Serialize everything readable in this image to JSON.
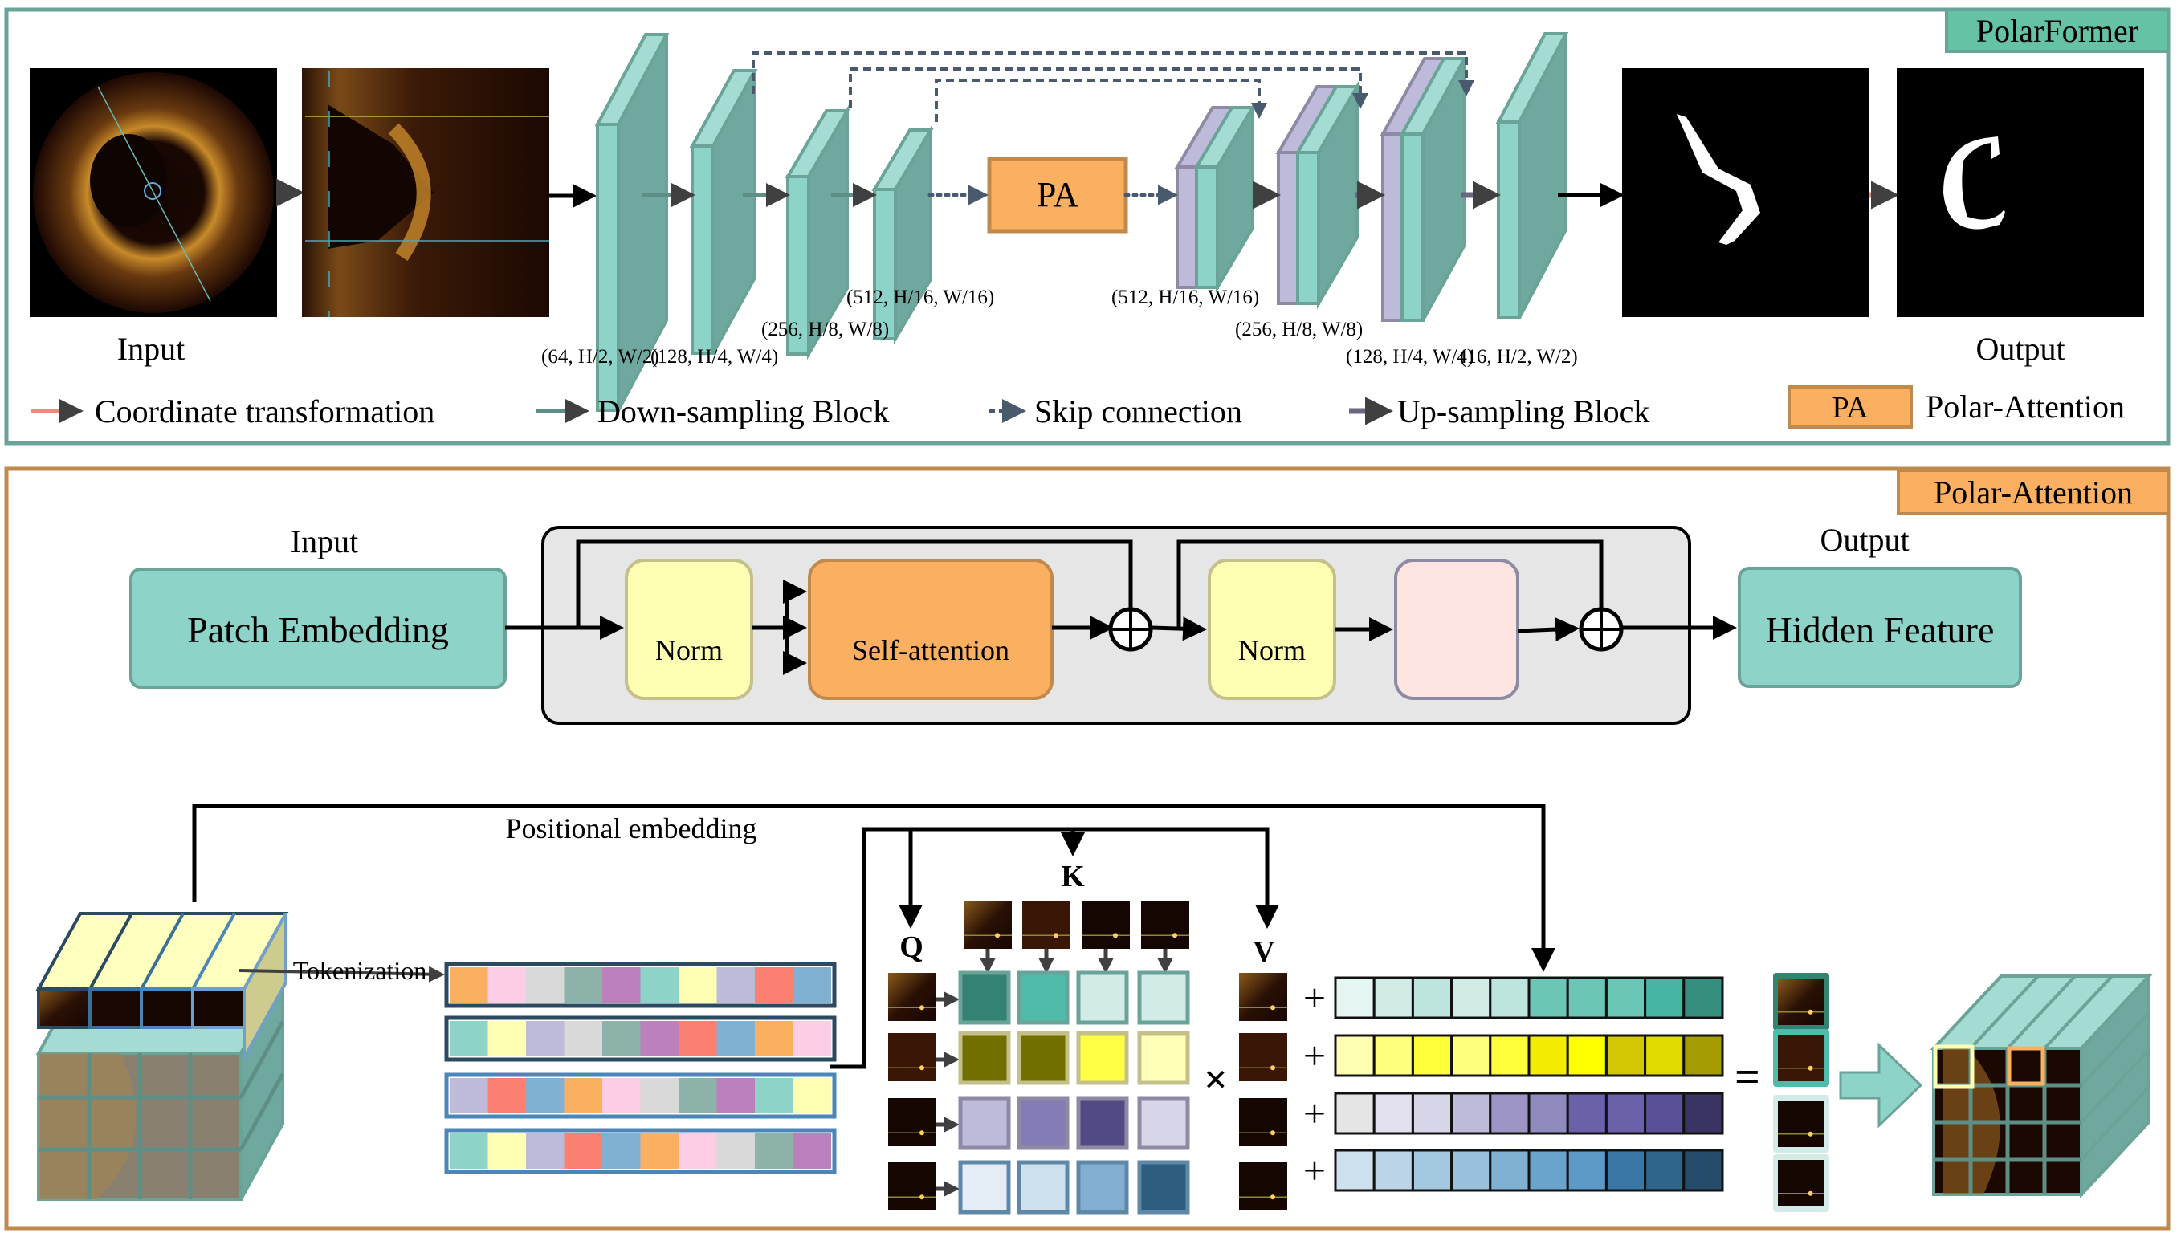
{
  "polarformer": {
    "title": "PolarFormer",
    "input_label": "Input",
    "output_label": "Output",
    "pa_label": "PA",
    "encoder_dims": [
      "(64, H/2, W/2)",
      "(128, H/4, W/4)",
      "(256, H/8, W/8)",
      "(512, H/16, W/16)"
    ],
    "decoder_dims": [
      "(512, H/16, W/16)",
      "(256, H/8, W/8)",
      "(128, H/4, W/4)",
      "(16, H/2, W/2)"
    ],
    "legend": [
      {
        "label": "Coordinate transformation",
        "icon": "arrow-right-icon",
        "color": "#f4877a"
      },
      {
        "label": "Down-sampling Block",
        "icon": "arrow-right-icon",
        "color": "#5e8f86"
      },
      {
        "label": "Skip connection",
        "icon": "dashed-arrow-icon",
        "color": "#4a5a6e"
      },
      {
        "label": "Up-sampling Block",
        "icon": "arrow-right-icon",
        "color": "#6b6580"
      }
    ],
    "legend_pa": {
      "badge": "PA",
      "label": "Polar-Attention"
    }
  },
  "polar_attention": {
    "title": "Polar-Attention",
    "input_label": "Input",
    "output_label": "Output",
    "patch_embedding": "Patch Embedding",
    "hidden_feature": "Hidden Feature",
    "norm1": "Norm",
    "self_attention": "Self-attention",
    "norm2": "Norm",
    "mlp": "",
    "positional_embedding": "Positional embedding",
    "tokenization": "Tokenization",
    "q_label": "Q",
    "k_label": "K",
    "v_label": "V",
    "multiply": "×",
    "plus": "+",
    "equals": "=",
    "token_rows": [
      [
        "#fbb061",
        "#fccde5",
        "#d9d9d9",
        "#8cb2a9",
        "#bc80bd",
        "#8ed3c7",
        "#ffffb3",
        "#bebada",
        "#fb8072",
        "#80b1d3"
      ],
      [
        "#8ed3c7",
        "#ffffb3",
        "#bebada",
        "#d9d9d9",
        "#8cb2a9",
        "#bc80bd",
        "#fb8072",
        "#80b1d3",
        "#fbb061",
        "#fccde5"
      ],
      [
        "#bebada",
        "#fb8072",
        "#80b1d3",
        "#fbb061",
        "#fccde5",
        "#d9d9d9",
        "#8cb2a9",
        "#bc80bd",
        "#8ed3c7",
        "#ffffb3"
      ],
      [
        "#8ed3c7",
        "#ffffb3",
        "#bebada",
        "#fb8072",
        "#80b1d3",
        "#fbb061",
        "#fccde5",
        "#d9d9d9",
        "#8cb2a9",
        "#bc80bd"
      ]
    ],
    "token_row_borders": [
      "#2b4a60",
      "#2b4a60",
      "#4a86b8",
      "#4a86b8"
    ],
    "attention_matrix": [
      {
        "border": "#6aa398",
        "cells": [
          "#348272",
          "#50bba8",
          "#d2ebe6",
          "#d2ebe6"
        ]
      },
      {
        "border": "#c4c08a",
        "cells": [
          "#716f00",
          "#716f00",
          "#ffff45",
          "#ffffb8"
        ]
      },
      {
        "border": "#8e8aa4",
        "cells": [
          "#bebada",
          "#847cb5",
          "#514a85",
          "#d7d6e9"
        ]
      },
      {
        "border": "#5e88a6",
        "cells": [
          "#e4edf5",
          "#cde0ee",
          "#82afd1",
          "#2e5d80"
        ]
      }
    ],
    "value_rows": [
      [
        "#e5f5f1",
        "#d1ece7",
        "#bde5dd",
        "#d1ece7",
        "#bde5dd",
        "#6bc6b5",
        "#6bc6b5",
        "#6bc6b5",
        "#46b5a2",
        "#368e7f"
      ],
      [
        "#ffffb3",
        "#ffff80",
        "#ffff3c",
        "#ffff80",
        "#ffff3c",
        "#f4ec00",
        "#ffff00",
        "#d2c700",
        "#dfdb00",
        "#a39b00"
      ],
      [
        "#e5e5e5",
        "#e3e1ef",
        "#d7d6e9",
        "#bebada",
        "#9d95c5",
        "#908bbf",
        "#6b60aa",
        "#6b60aa",
        "#5a5097",
        "#3a3464"
      ],
      [
        "#cde0ee",
        "#bbd4e8",
        "#a4c8e0",
        "#99c0dc",
        "#80b1d3",
        "#6aa3cc",
        "#5b99c6",
        "#3a77a6",
        "#2e6589",
        "#254c6b"
      ]
    ],
    "result_borders": [
      "#348272",
      "#50bba8",
      "#d2ebe6",
      "#d2ebe6"
    ]
  }
}
